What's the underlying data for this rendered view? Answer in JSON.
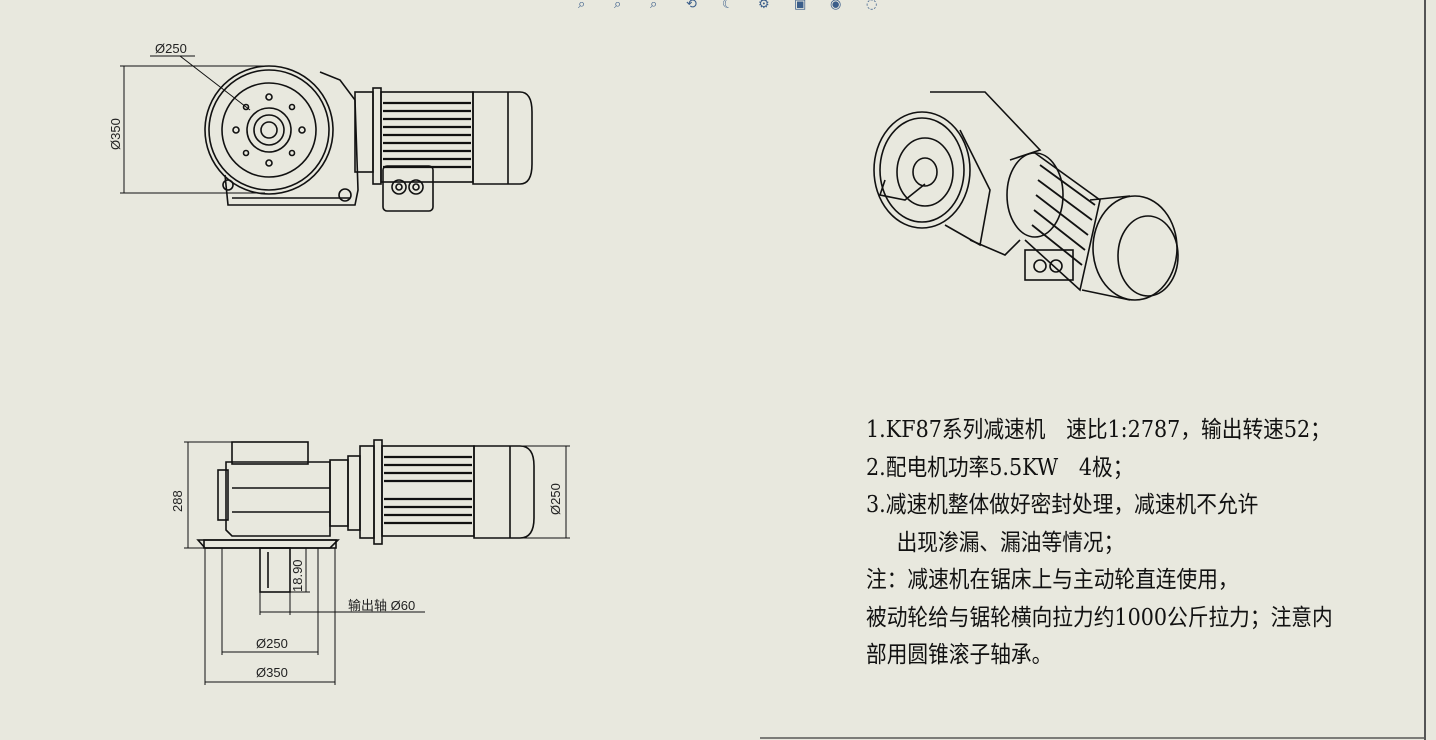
{
  "toolbar": {
    "icons": [
      "zoom-to-fit-icon",
      "zoom-area-icon",
      "zoom-in-out-icon",
      "rotate-view-icon",
      "undo-view-icon",
      "section-view-icon",
      "display-style-icon",
      "hide-show-icon",
      "appearance-icon",
      "scene-icon"
    ]
  },
  "dimensions": {
    "top_view_dia": "Ø250",
    "top_view_height": "Ø350",
    "front_height": "288",
    "front_motor_dia": "Ø250",
    "shaft_len": "18.90",
    "output_shaft": "输出轴 Ø60",
    "flange_pcd": "Ø250",
    "flange_dia": "Ø350"
  },
  "notes": {
    "line1": "1.KF87系列减速机　速比1:2787，输出转速52；",
    "line2": "2.配电机功率5.5KW　4极；",
    "line3": "3.减速机整体做好密封处理，减速机不允许",
    "line4": "出现渗漏、漏油等情况；",
    "line5": "注：减速机在锯床上与主动轮直连使用，",
    "line6": "被动轮给与锯轮横向拉力约1000公斤拉力；注意内",
    "line7": "部用圆锥滚子轴承。"
  }
}
